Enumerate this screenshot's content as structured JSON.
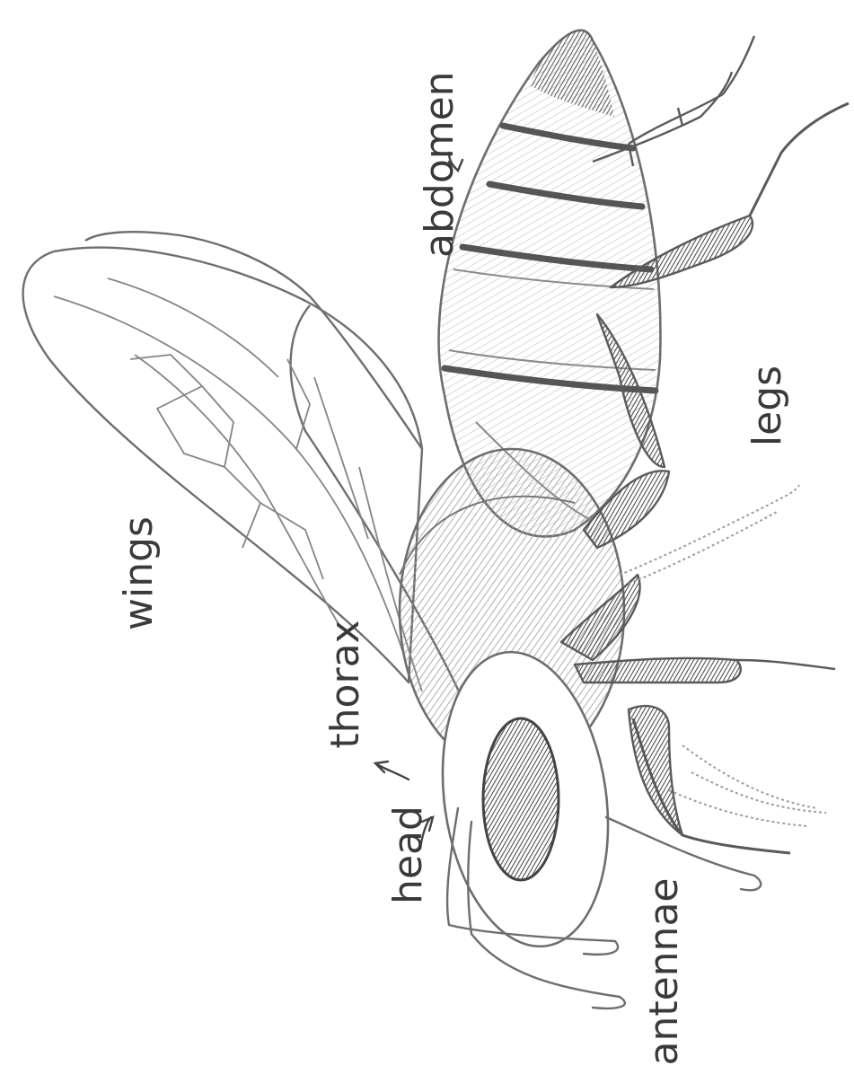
{
  "diagram": {
    "labels": {
      "wings": "wings",
      "abdomen": "abdomen",
      "legs": "legs",
      "thorax": "thorax",
      "head": "head",
      "antennae": "antennae"
    }
  }
}
